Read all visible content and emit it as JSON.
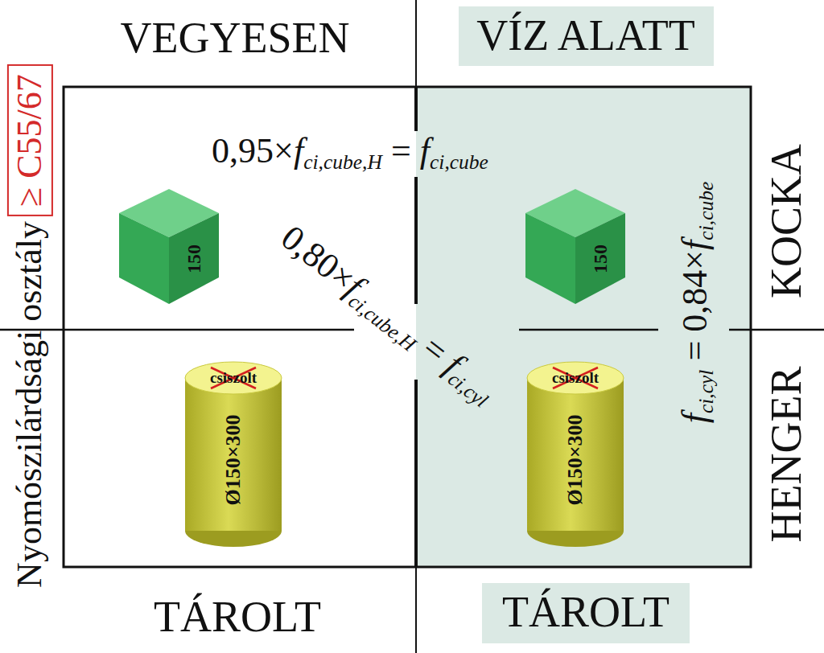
{
  "diagram": {
    "nodes": [
      {
        "text": [
          "VÍZ ALATT"
        ]
      },
      {
        "text": [
          "TÁROLT"
        ]
      },
      {
        "text": [
          "≥ C55/67"
        ]
      }
    ],
    "labels": [
      "VEGYESEN",
      "KOCKA",
      "HENGER",
      "TÁROLT",
      "Nyomószilárdsági osztály",
      "0,95×fci,cube,H = fci,cube",
      "0,80×fci,cube,H = fci,cyl",
      "fci,cyl = 0,84×fci,cube",
      "150",
      "150",
      "csiszolt",
      "csiszolt",
      "Ø150×300",
      "Ø150×300"
    ]
  }
}
